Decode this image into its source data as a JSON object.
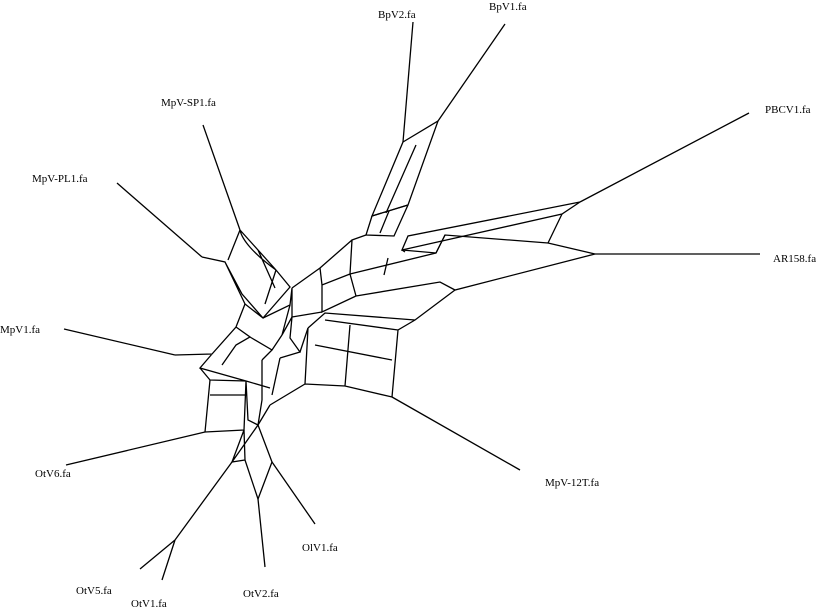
{
  "taxa": {
    "BpV2": "BpV2.fa",
    "BpV1": "BpV1.fa",
    "MpV_SP1": "MpV-SP1.fa",
    "PBCV1": "PBCV1.fa",
    "MpV_PL1": "MpV-PL1.fa",
    "AR158": "AR158.fa",
    "MpV1": "MpV1.fa",
    "OtV6": "OtV6.fa",
    "MpV_12T": "MpV-12T.fa",
    "OlV1": "OlV1.fa",
    "OtV5": "OtV5.fa",
    "OtV1": "OtV1.fa",
    "OtV2": "OtV2.fa"
  }
}
